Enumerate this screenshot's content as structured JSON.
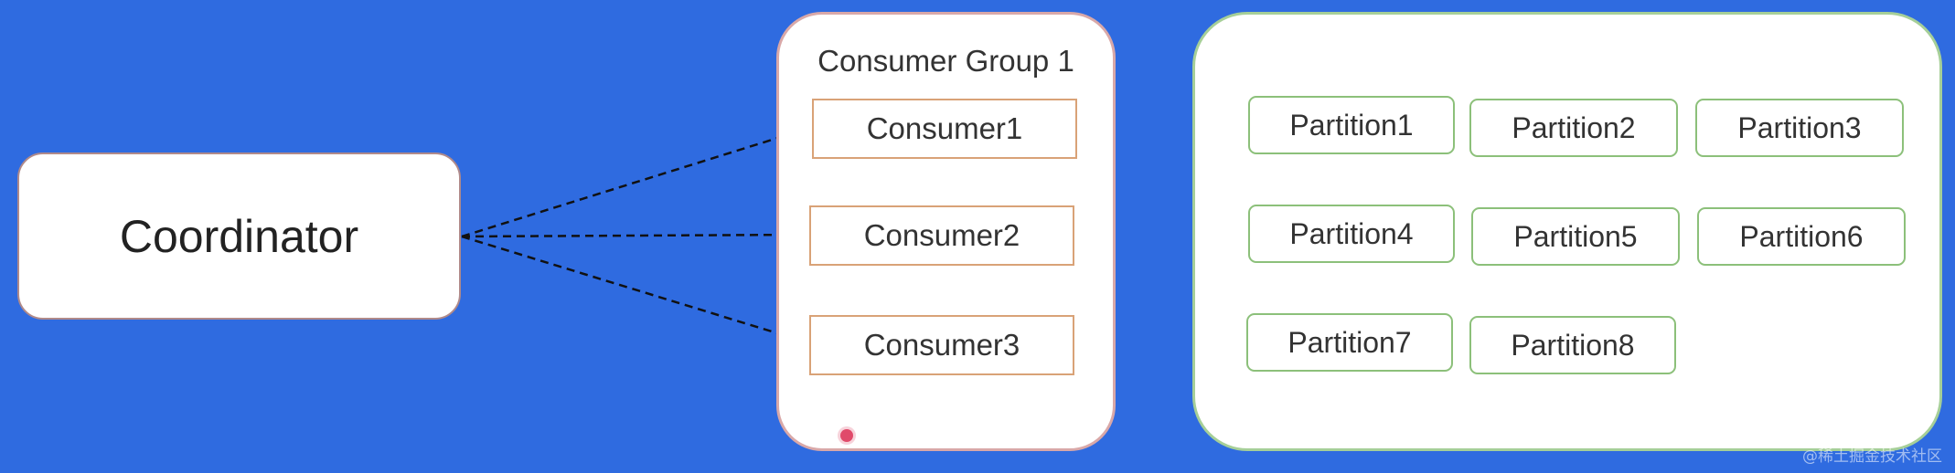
{
  "coordinator": {
    "label": "Coordinator"
  },
  "consumer_group": {
    "title": "Consumer Group 1",
    "consumers": [
      "Consumer1",
      "Consumer2",
      "Consumer3"
    ]
  },
  "partitions": [
    "Partition1",
    "Partition2",
    "Partition3",
    "Partition4",
    "Partition5",
    "Partition6",
    "Partition7",
    "Partition8"
  ],
  "watermark": "@稀土掘金技术社区",
  "colors": {
    "background": "#2f6be0",
    "group_border": "#d9a8a8",
    "consumer_border": "#d9a277",
    "partition_border": "#8cc07a",
    "partition_panel_border": "#a6cf98"
  }
}
